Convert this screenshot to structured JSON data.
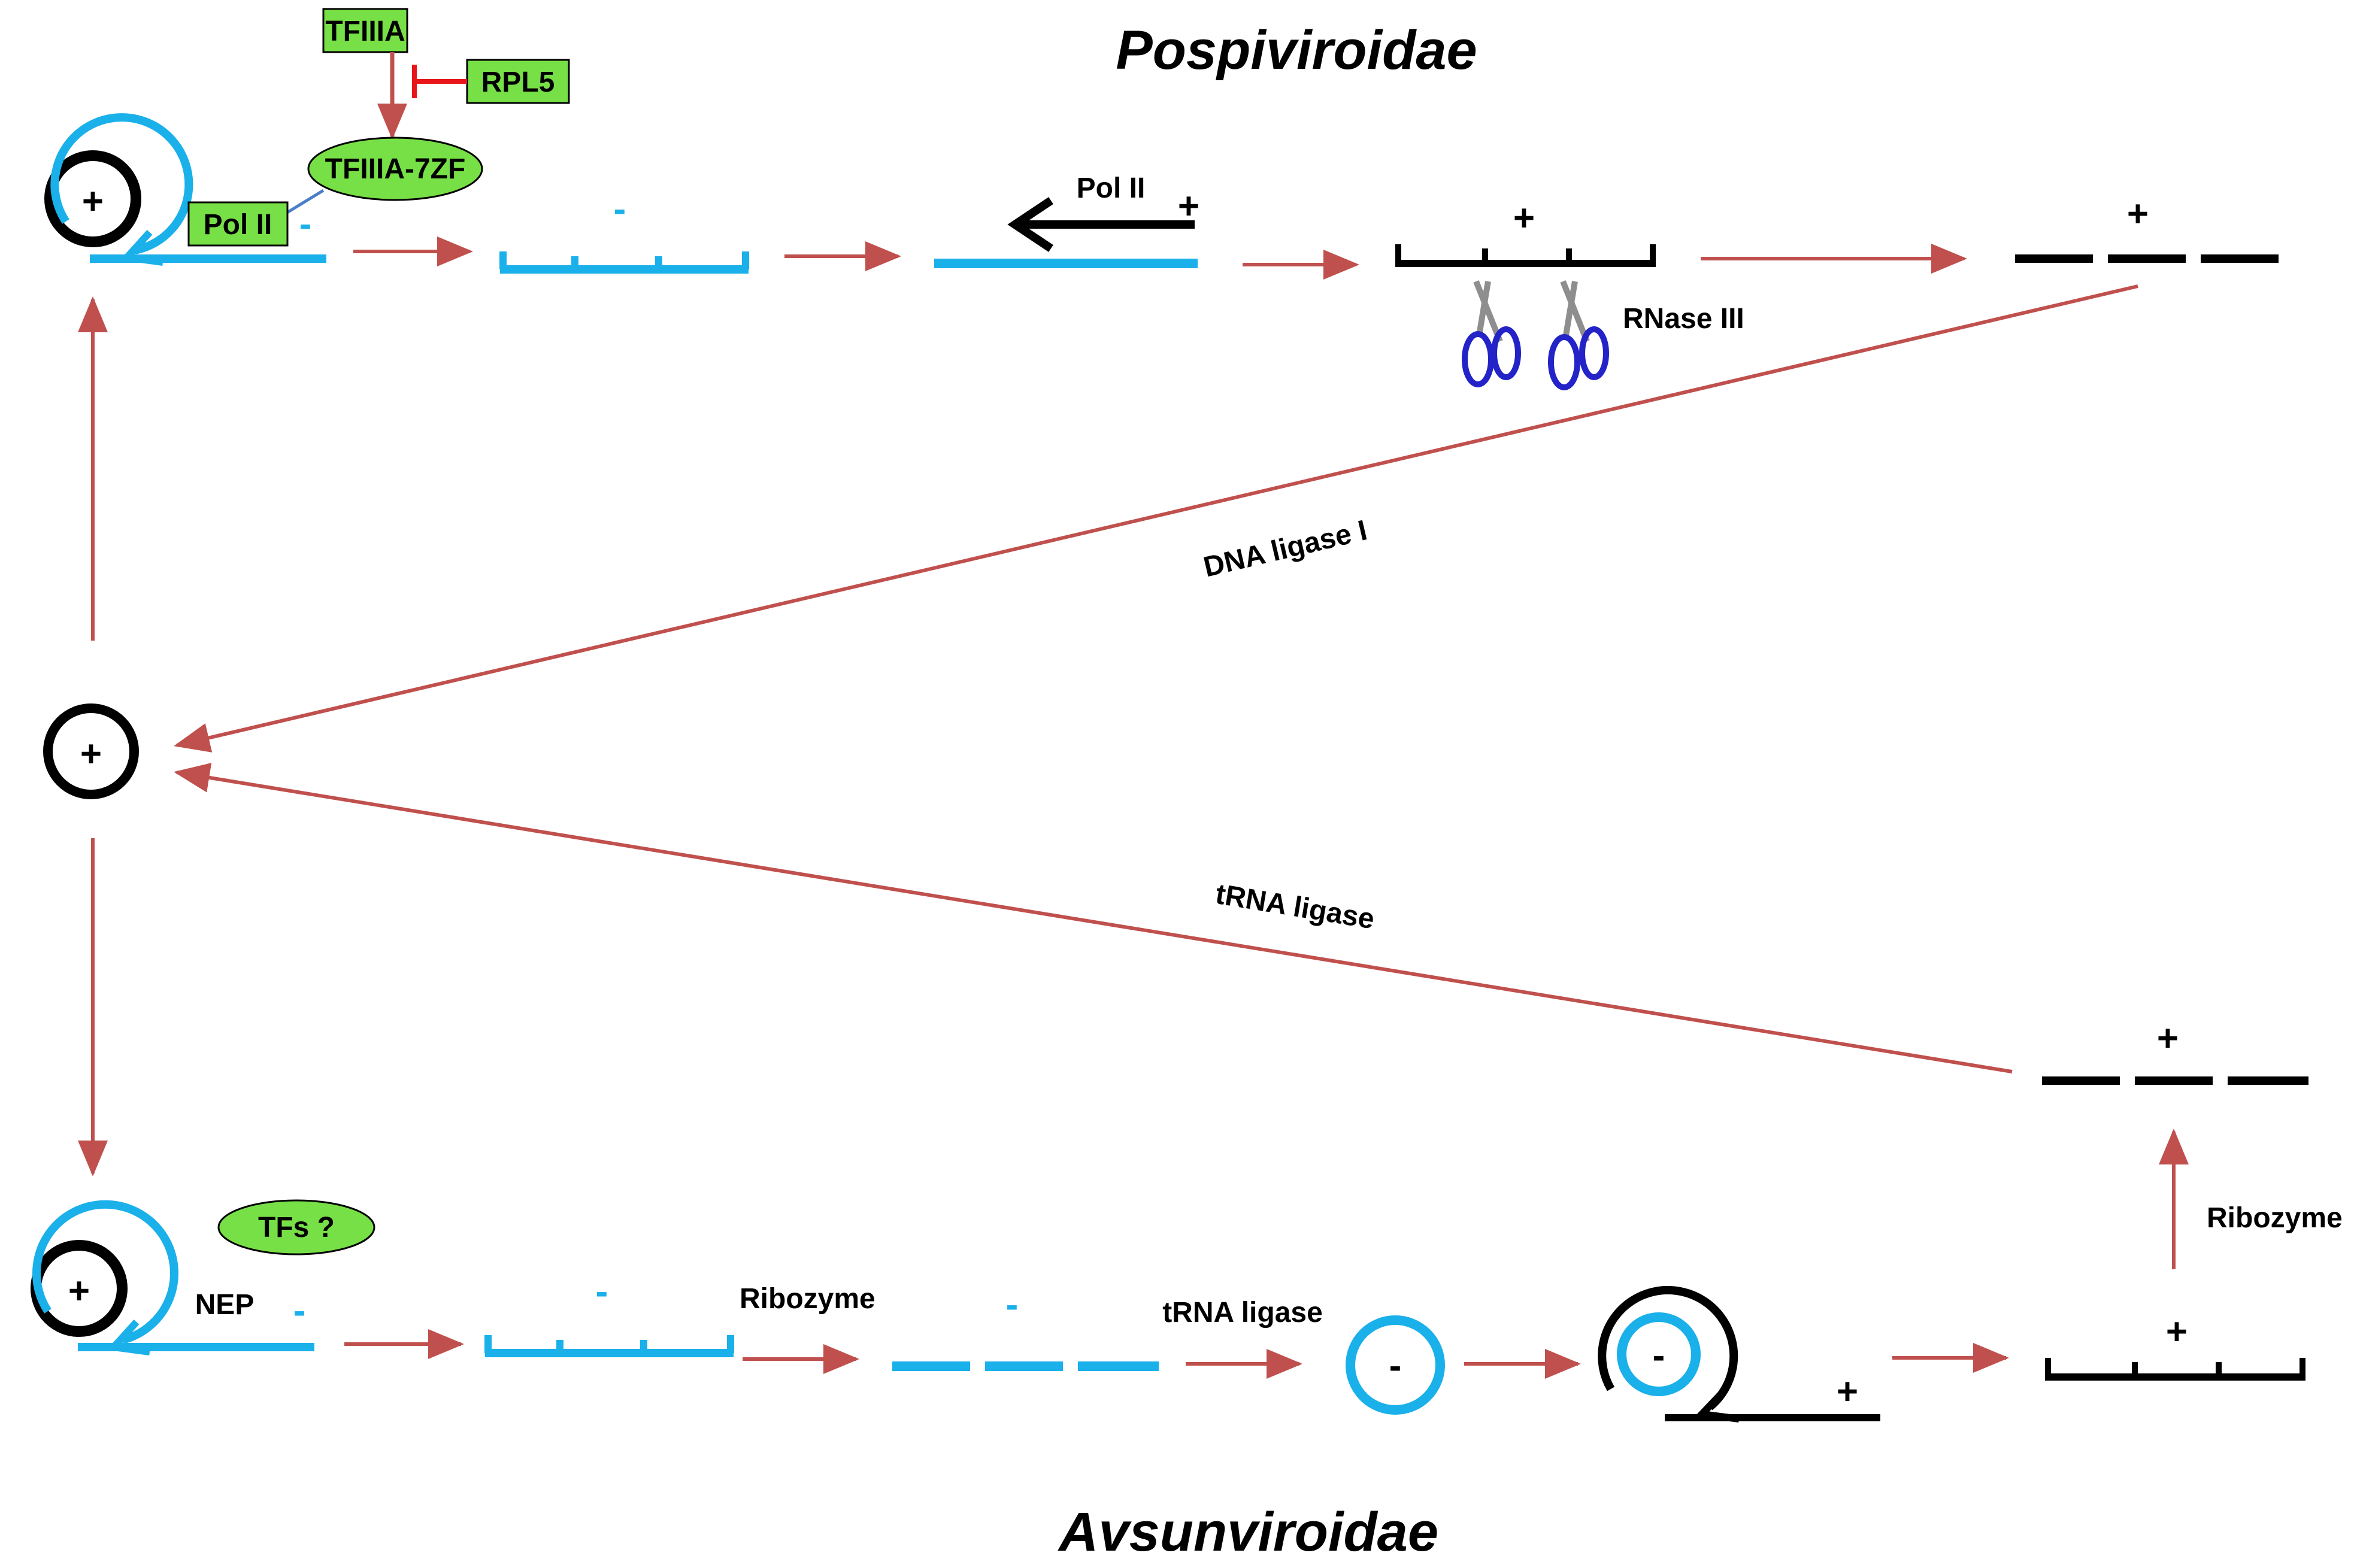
{
  "titles": {
    "top": "Pospiviroidae",
    "bottom": "Avsunviroidae"
  },
  "factors": {
    "tfiiia": "TFIIIA",
    "rpl5": "RPL5",
    "tfiiia_7zf": "TFIIIA-7ZF",
    "pol2_box": "Pol II",
    "pol2_arrow": "Pol II",
    "tfs": "TFs ?",
    "nep": "NEP"
  },
  "enzymes": {
    "rnase3": "RNase III",
    "dna_ligase": "DNA ligase I",
    "trna_ligase_diag": "tRNA ligase",
    "ribozyme_1": "Ribozyme",
    "trna_ligase_bottom": "tRNA ligase",
    "ribozyme_2": "Ribozyme"
  },
  "signs": {
    "plus": "+",
    "minus": "-"
  },
  "colors": {
    "viroid_plus": "#000000",
    "viroid_minus": "#1ab0ea",
    "flow_arrow": "#c0504d",
    "inhibition": "#e8161b",
    "factor_fill": "#77e046",
    "connector": "#4a7fc8"
  }
}
